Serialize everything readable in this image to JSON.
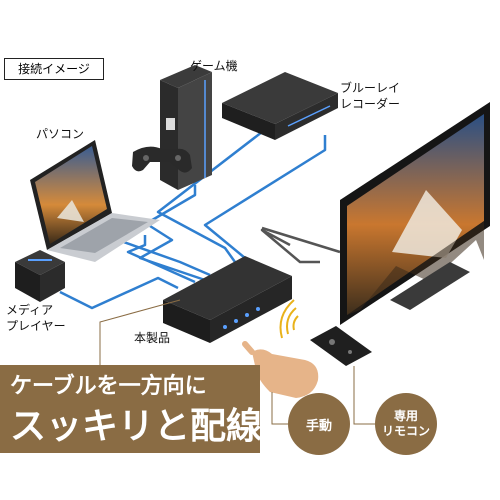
{
  "tag_label": "接続イメージ",
  "labels": {
    "game": "ゲーム機",
    "bluray_line1": "ブルーレイ",
    "bluray_line2": "レコーダー",
    "pc": "パソコン",
    "media_line1": "メディア",
    "media_line2": "プレイヤー",
    "product": "本製品"
  },
  "banner": {
    "line1": "ケーブルを一方向に",
    "line2": "スッキリと配線"
  },
  "callouts": {
    "manual": "手動",
    "remote_line1": "専用",
    "remote_line2": "リモコン"
  },
  "colors": {
    "cable": "#2f7fd0",
    "accent": "#8a6c44",
    "device": "#2a2a2a"
  }
}
